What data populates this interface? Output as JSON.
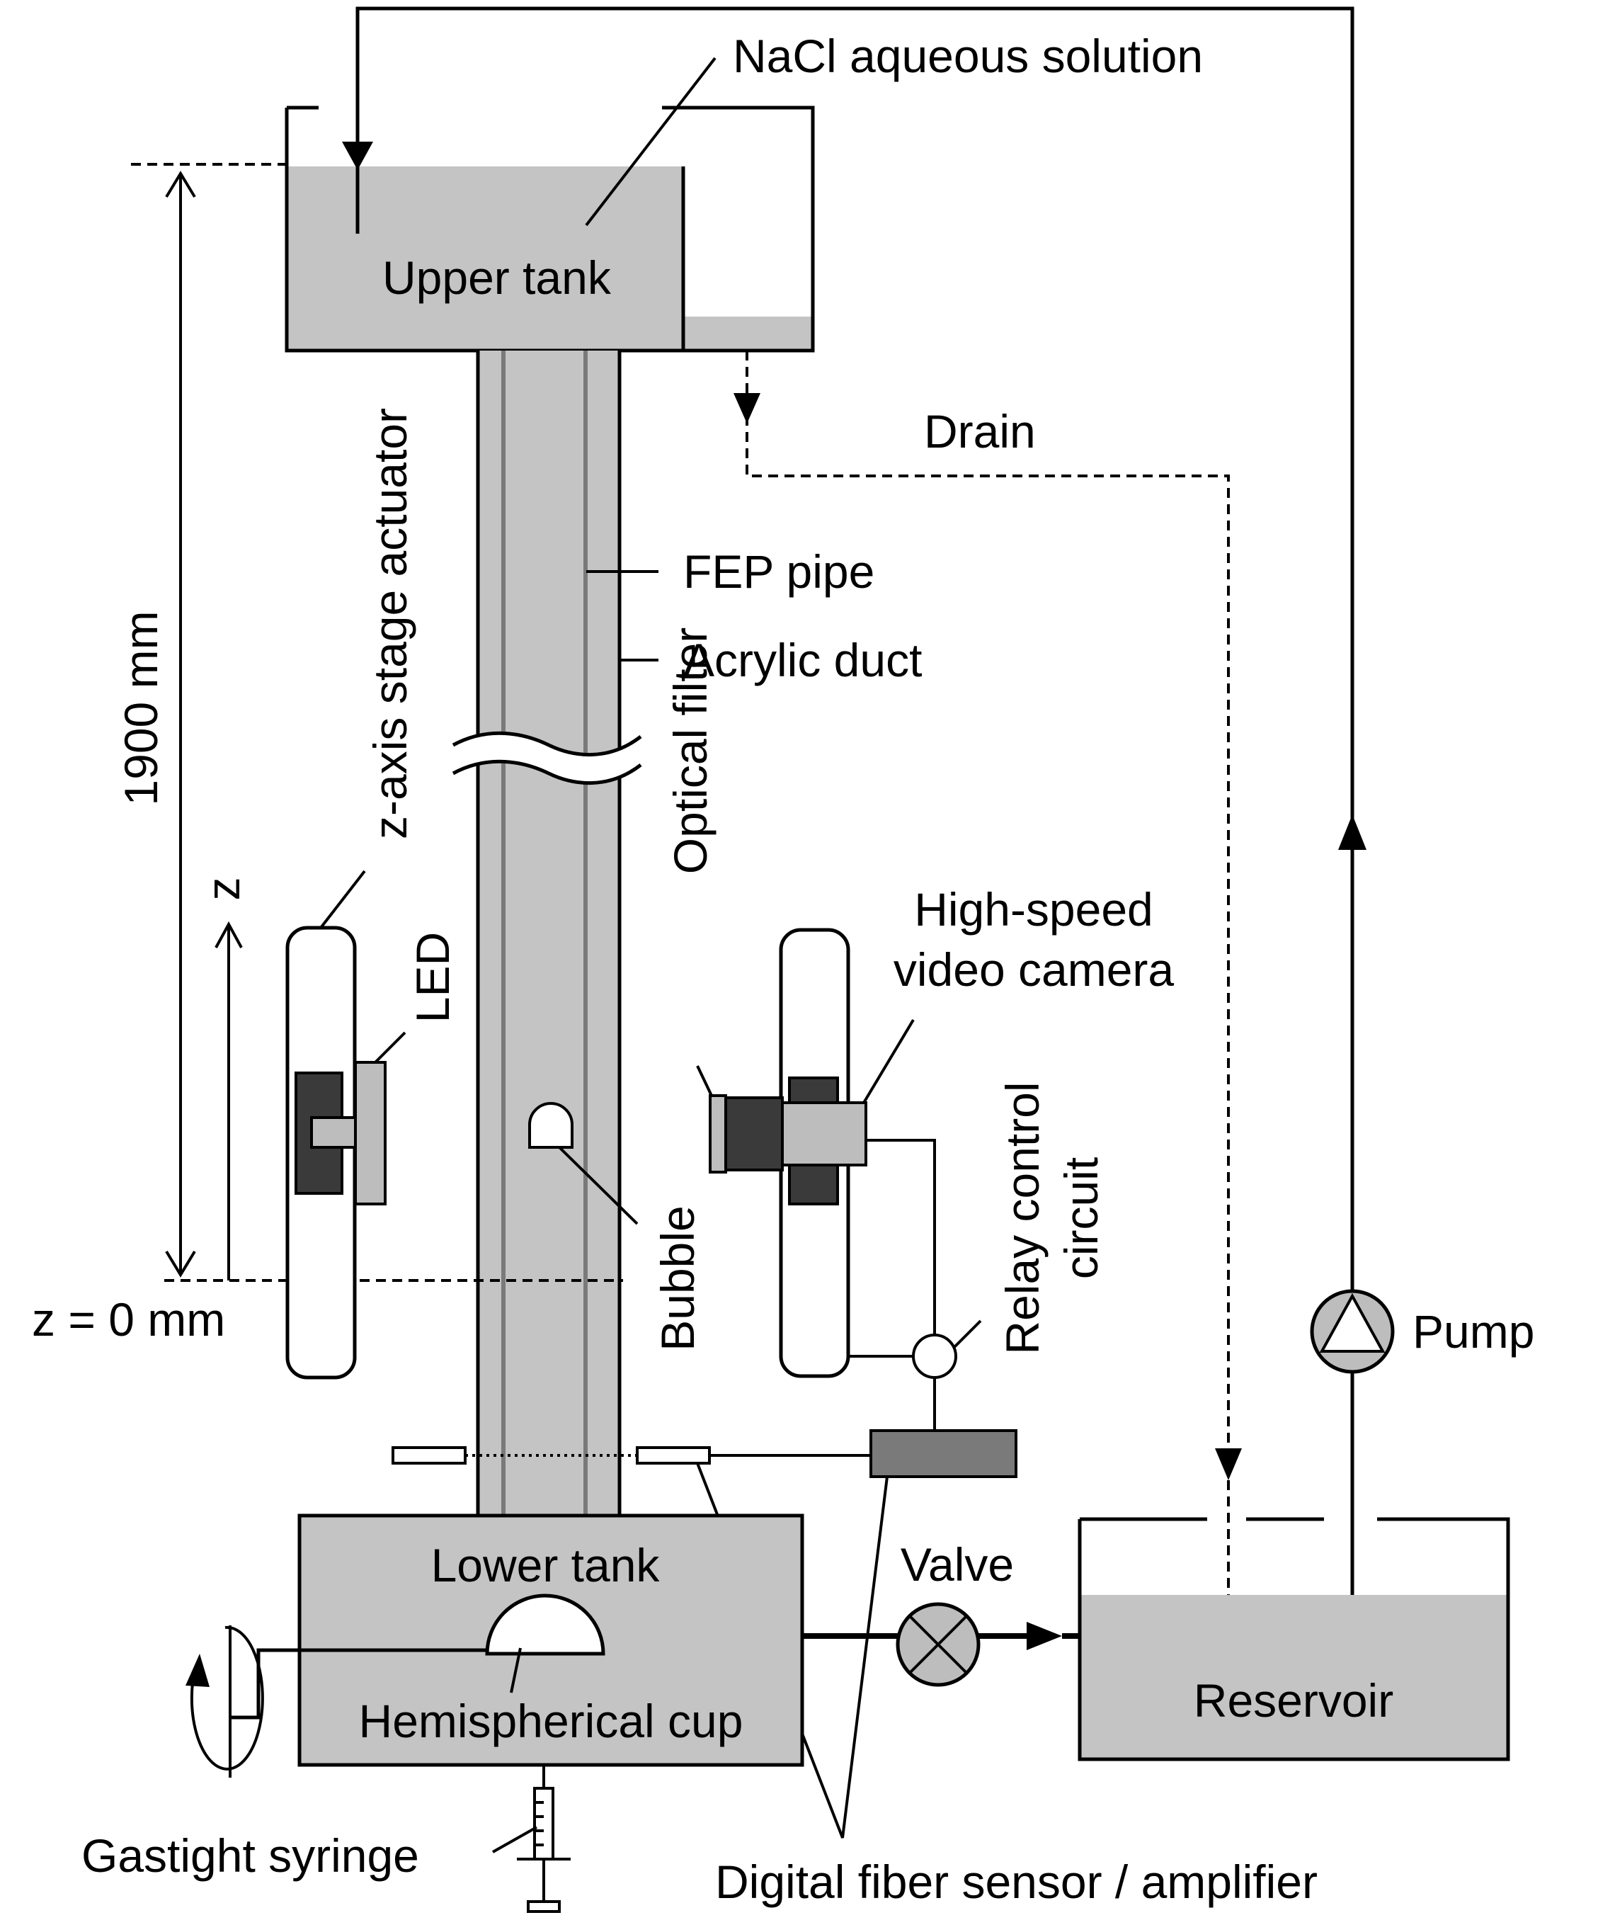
{
  "labels": {
    "nacl": "NaCl aqueous solution",
    "upper_tank": "Upper tank",
    "drain": "Drain",
    "fep_pipe": "FEP pipe",
    "acrylic_duct": "Acrylic duct",
    "height": "1900 mm",
    "z_axis_actuator": "z-axis stage actuator",
    "z": "z",
    "z_zero": "z = 0 mm",
    "led": "LED",
    "optical_filter": "Optical filter",
    "camera_line1": "High-speed",
    "camera_line2": "video camera",
    "bubble": "Bubble",
    "relay_line1": "Relay control",
    "relay_line2": "circuit",
    "pump": "Pump",
    "valve": "Valve",
    "lower_tank": "Lower tank",
    "hemispherical_cup": "Hemispherical cup",
    "reservoir": "Reservoir",
    "fiber_sensor": "Digital fiber sensor / amplifier",
    "syringe": "Gastight syringe"
  },
  "colors": {
    "liquid": "#c4c4c4",
    "dark_component": "#3a3a3a",
    "mid_component": "#7a7a7a",
    "light_component": "#bdbdbd",
    "line": "#000000"
  }
}
